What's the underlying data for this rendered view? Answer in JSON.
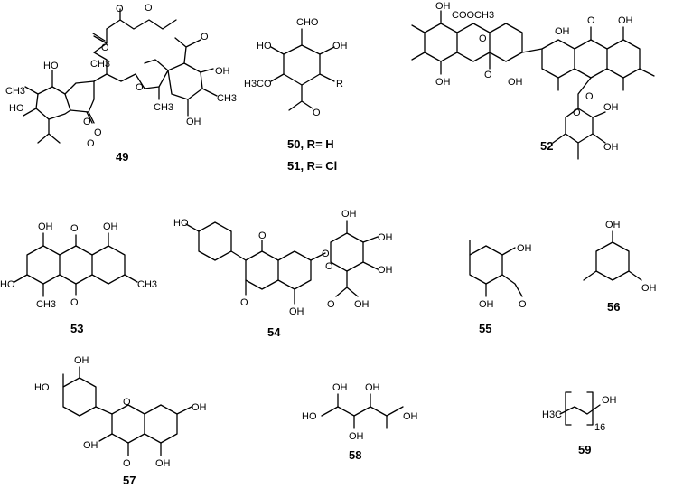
{
  "compounds": [
    {
      "id": "c49",
      "label": "49"
    },
    {
      "id": "c50",
      "label": "50, R= H"
    },
    {
      "id": "c51",
      "label": "51, R= Cl"
    },
    {
      "id": "c52",
      "label": "52"
    },
    {
      "id": "c53",
      "label": "53"
    },
    {
      "id": "c54",
      "label": "54"
    },
    {
      "id": "c55",
      "label": "55"
    },
    {
      "id": "c56",
      "label": "56"
    },
    {
      "id": "c57",
      "label": "57"
    },
    {
      "id": "c58",
      "label": "58"
    },
    {
      "id": "c59",
      "label": "59"
    }
  ],
  "atoms": {
    "c49": [
      "O",
      "O",
      "HO",
      "CH3",
      "HO",
      "O",
      "O",
      "O",
      "O",
      "CH3",
      "OH",
      "CH3",
      "OH",
      "CH3",
      "O",
      "O"
    ],
    "c50": [
      "CHO",
      "HO",
      "OH",
      "H3CO",
      "R",
      "O"
    ],
    "c52": [
      "OH",
      "COOCH3",
      "O",
      "OH",
      "O",
      "OH",
      "OH",
      "O",
      "O",
      "OH",
      "O",
      "OH",
      "OH"
    ],
    "c53": [
      "OH",
      "O",
      "OH",
      "HO",
      "CH3",
      "O",
      "CH3"
    ],
    "c54": [
      "HO",
      "O",
      "O",
      "OH",
      "OH",
      "O",
      "OH",
      "O",
      "OH",
      "O",
      "OH",
      "O"
    ],
    "c55": [
      "OH",
      "OH",
      "O"
    ],
    "c56": [
      "OH",
      "OH"
    ],
    "c57": [
      "OH",
      "HO",
      "O",
      "OH",
      "OH",
      "OH",
      "O"
    ],
    "c58": [
      "OH",
      "OH",
      "HO",
      "OH",
      "OH"
    ],
    "c59": [
      "OH",
      "H3C",
      "16"
    ]
  }
}
